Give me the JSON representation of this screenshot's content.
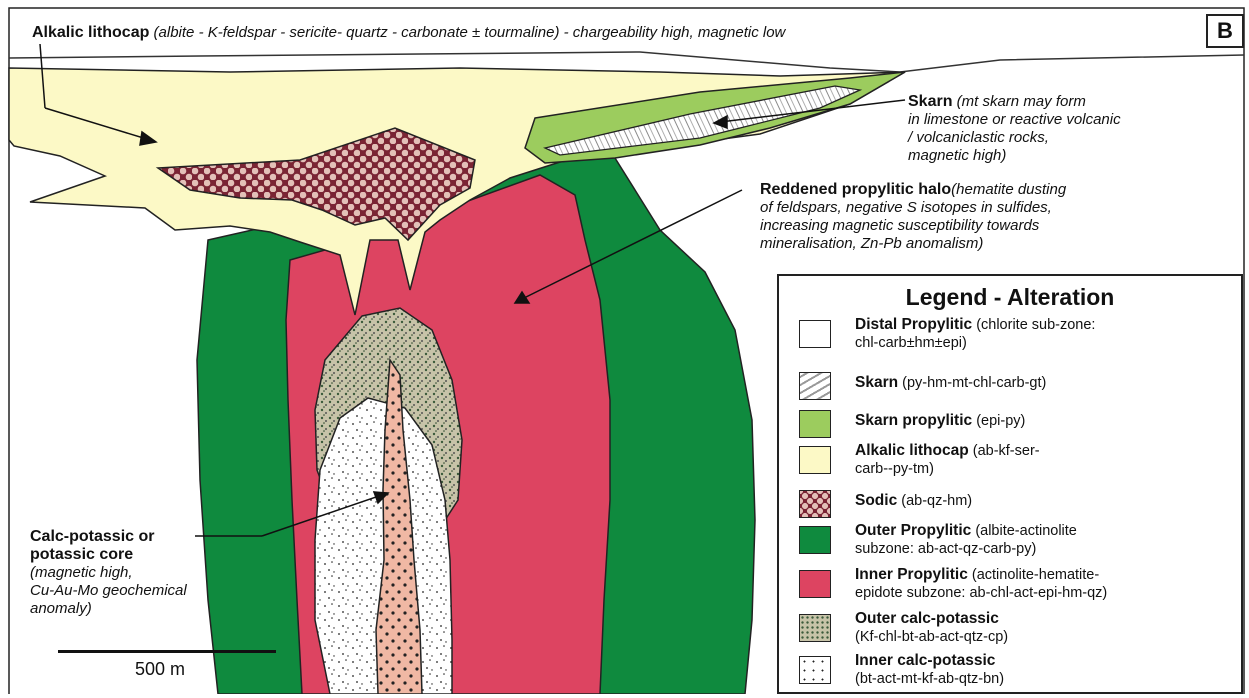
{
  "panel_letter": "B",
  "top_label": {
    "name": "Alkalic lithocap",
    "detail": "(albite - K-feldspar - sericite- quartz - carbonate ± tourmaline) - chargeability high, magnetic low"
  },
  "skarn_label": {
    "name": "Skarn",
    "detail_lines": [
      "(mt skarn may form",
      "in limestone or reactive volcanic",
      "/ volcaniclastic rocks,",
      "magnetic high)"
    ]
  },
  "halo_label": {
    "name": "Reddened propylitic halo",
    "detail_lines": [
      "(hematite dusting",
      "of feldspars, negative S isotopes in sulfides,",
      "increasing magnetic susceptibility towards",
      "mineralisation, Zn-Pb anomalism)"
    ]
  },
  "core_label": {
    "name_lines": [
      "Calc-potassic or",
      "potassic core"
    ],
    "detail_lines": [
      "(magnetic high,",
      "Cu-Au-Mo geochemical",
      "anomaly)"
    ]
  },
  "scale": "500 m",
  "legend": {
    "title": "Legend - Alteration",
    "items": [
      {
        "name": "Distal Propylitic",
        "detail": "(chlorite sub-zone:",
        "detail2": "chl-carb±hm±epi)",
        "fill": "#ffffff"
      },
      {
        "name": "Skarn",
        "detail": "(py-hm-mt-chl-carb-gt)",
        "detail2": "",
        "fill": "skarn"
      },
      {
        "name": "Skarn propylitic",
        "detail": "(epi-py)",
        "detail2": "",
        "fill": "#9ccc5e"
      },
      {
        "name": "Alkalic lithocap",
        "detail": "(ab-kf-ser-",
        "detail2": "carb--py-tm)",
        "fill": "#fcf9c6"
      },
      {
        "name": "Sodic",
        "detail": "(ab-qz-hm)",
        "detail2": "",
        "fill": "sodic"
      },
      {
        "name": "Outer Propylitic",
        "detail": "(albite-actinolite",
        "detail2": "subzone: ab-act-qz-carb-py)",
        "fill": "#0f8a3e"
      },
      {
        "name": "Inner Propylitic",
        "detail": "(actinolite-hematite-",
        "detail2": "epidote subzone: ab-chl-act-epi-hm-qz)",
        "fill": "#dd4461"
      },
      {
        "name": "Outer calc-potassic",
        "detail": "",
        "detail2": "(Kf-chl-bt-ab-act-qtz-cp)",
        "fill": "outercalc"
      },
      {
        "name": "Inner calc-potassic",
        "detail": "",
        "detail2": "(bt-act-mt-kf-ab-qtz-bn)",
        "fill": "innercalc"
      }
    ]
  },
  "colors": {
    "outer_propylitic": "#0f8a3e",
    "inner_propylitic": "#dd4461",
    "lithocap": "#fcf9c6",
    "skarn_propylitic": "#9ccc5e",
    "sodic": "#7a2434",
    "core_pink": "#f0b8a4",
    "outer_calc": "#b9b49a"
  }
}
